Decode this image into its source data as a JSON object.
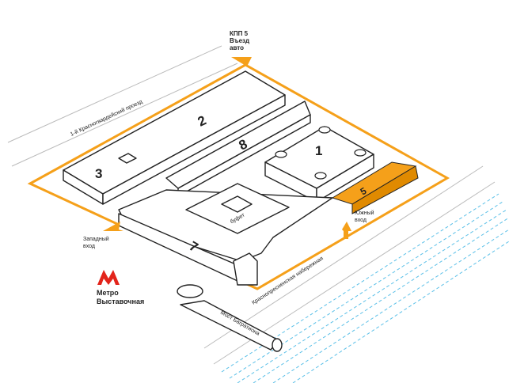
{
  "colors": {
    "accent": "#f5a01a",
    "water": "#5bc0e8",
    "metro": "#e3241b"
  },
  "gates": {
    "kpp5": [
      "КПП 5",
      "Въезд",
      "авто"
    ],
    "west": [
      "Западный",
      "вход"
    ],
    "south": [
      "Южный",
      "вход"
    ]
  },
  "streets": {
    "north": "1-й Красногвардейский проезд",
    "south": "Краснопресненская набережная"
  },
  "metro": {
    "icon": "metro-logo",
    "name": [
      "Метро",
      "Выставочная"
    ]
  },
  "bridge": "Мост Багратиона",
  "buildings": [
    "1",
    "2",
    "3",
    "5",
    "7",
    "8"
  ],
  "center_label": "буфет"
}
